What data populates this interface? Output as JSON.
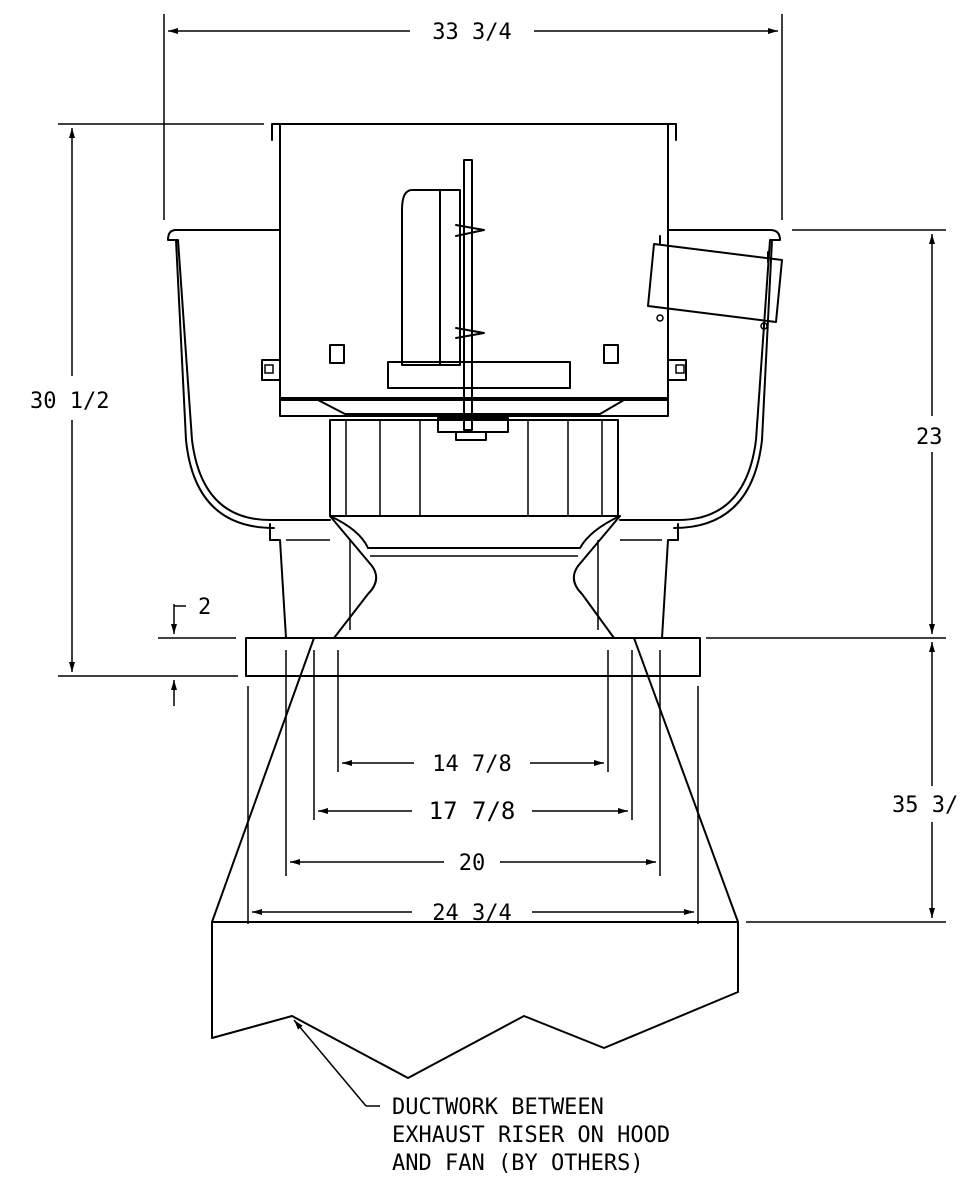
{
  "dimensions": {
    "overall_width": "33 3/4",
    "overall_height": "30 1/2",
    "fan_height": "23",
    "riser_height": "35 3/",
    "curb_lip": "2",
    "throat_inner": "14 7/8",
    "throat_outer": "17 7/8",
    "base_inner": "20",
    "base_outer": "24 3/4"
  },
  "note": {
    "line1": "DUCTWORK BETWEEN",
    "line2": "EXHAUST RISER ON HOOD",
    "line3": "AND FAN (BY OTHERS)"
  }
}
